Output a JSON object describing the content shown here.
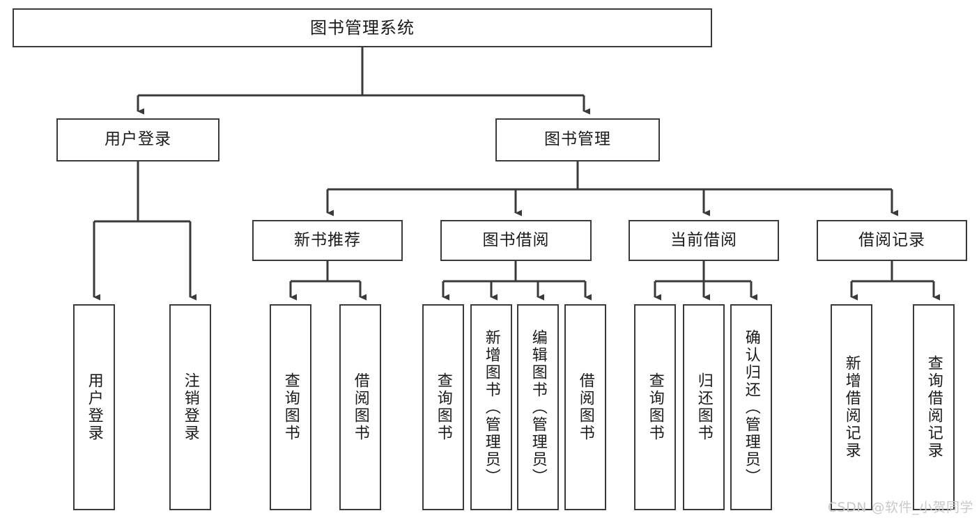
{
  "diagram": {
    "title": "图书管理系统",
    "type": "hierarchy-tree",
    "watermark": "CSDN @软件_小贺同学",
    "colors": {
      "stroke": "#3a3a3a",
      "fill": "#ffffff",
      "text": "#1a1a1a",
      "watermark": "#c9c9c9"
    },
    "root": {
      "label": "图书管理系统"
    },
    "level2": [
      {
        "id": "user-login",
        "label": "用户登录"
      },
      {
        "id": "book-management",
        "label": "图书管理"
      }
    ],
    "level3": [
      {
        "id": "new-book-recommend",
        "label": "新书推荐"
      },
      {
        "id": "book-borrow",
        "label": "图书借阅"
      },
      {
        "id": "current-borrow",
        "label": "当前借阅"
      },
      {
        "id": "borrow-record",
        "label": "借阅记录"
      }
    ],
    "leaves": {
      "user-login": [
        {
          "id": "leaf-user-login",
          "label": "用户登录"
        },
        {
          "id": "leaf-logout-login",
          "label": "注销登录"
        }
      ],
      "new-book-recommend": [
        {
          "id": "leaf-query-book-1",
          "label": "查询图书"
        },
        {
          "id": "leaf-borrow-book-1",
          "label": "借阅图书"
        }
      ],
      "book-borrow": [
        {
          "id": "leaf-query-book-2",
          "label": "查询图书"
        },
        {
          "id": "leaf-add-book",
          "label": "新增图书（管理员）"
        },
        {
          "id": "leaf-edit-book",
          "label": "编辑图书（管理员）"
        },
        {
          "id": "leaf-borrow-book-2",
          "label": "借阅图书"
        }
      ],
      "current-borrow": [
        {
          "id": "leaf-query-book-3",
          "label": "查询图书"
        },
        {
          "id": "leaf-return-book",
          "label": "归还图书"
        },
        {
          "id": "leaf-confirm-return",
          "label": "确认归还（管理员）"
        }
      ],
      "borrow-record": [
        {
          "id": "leaf-add-record",
          "label": "新增借阅记录"
        },
        {
          "id": "leaf-query-record",
          "label": "查询借阅记录"
        }
      ]
    }
  }
}
